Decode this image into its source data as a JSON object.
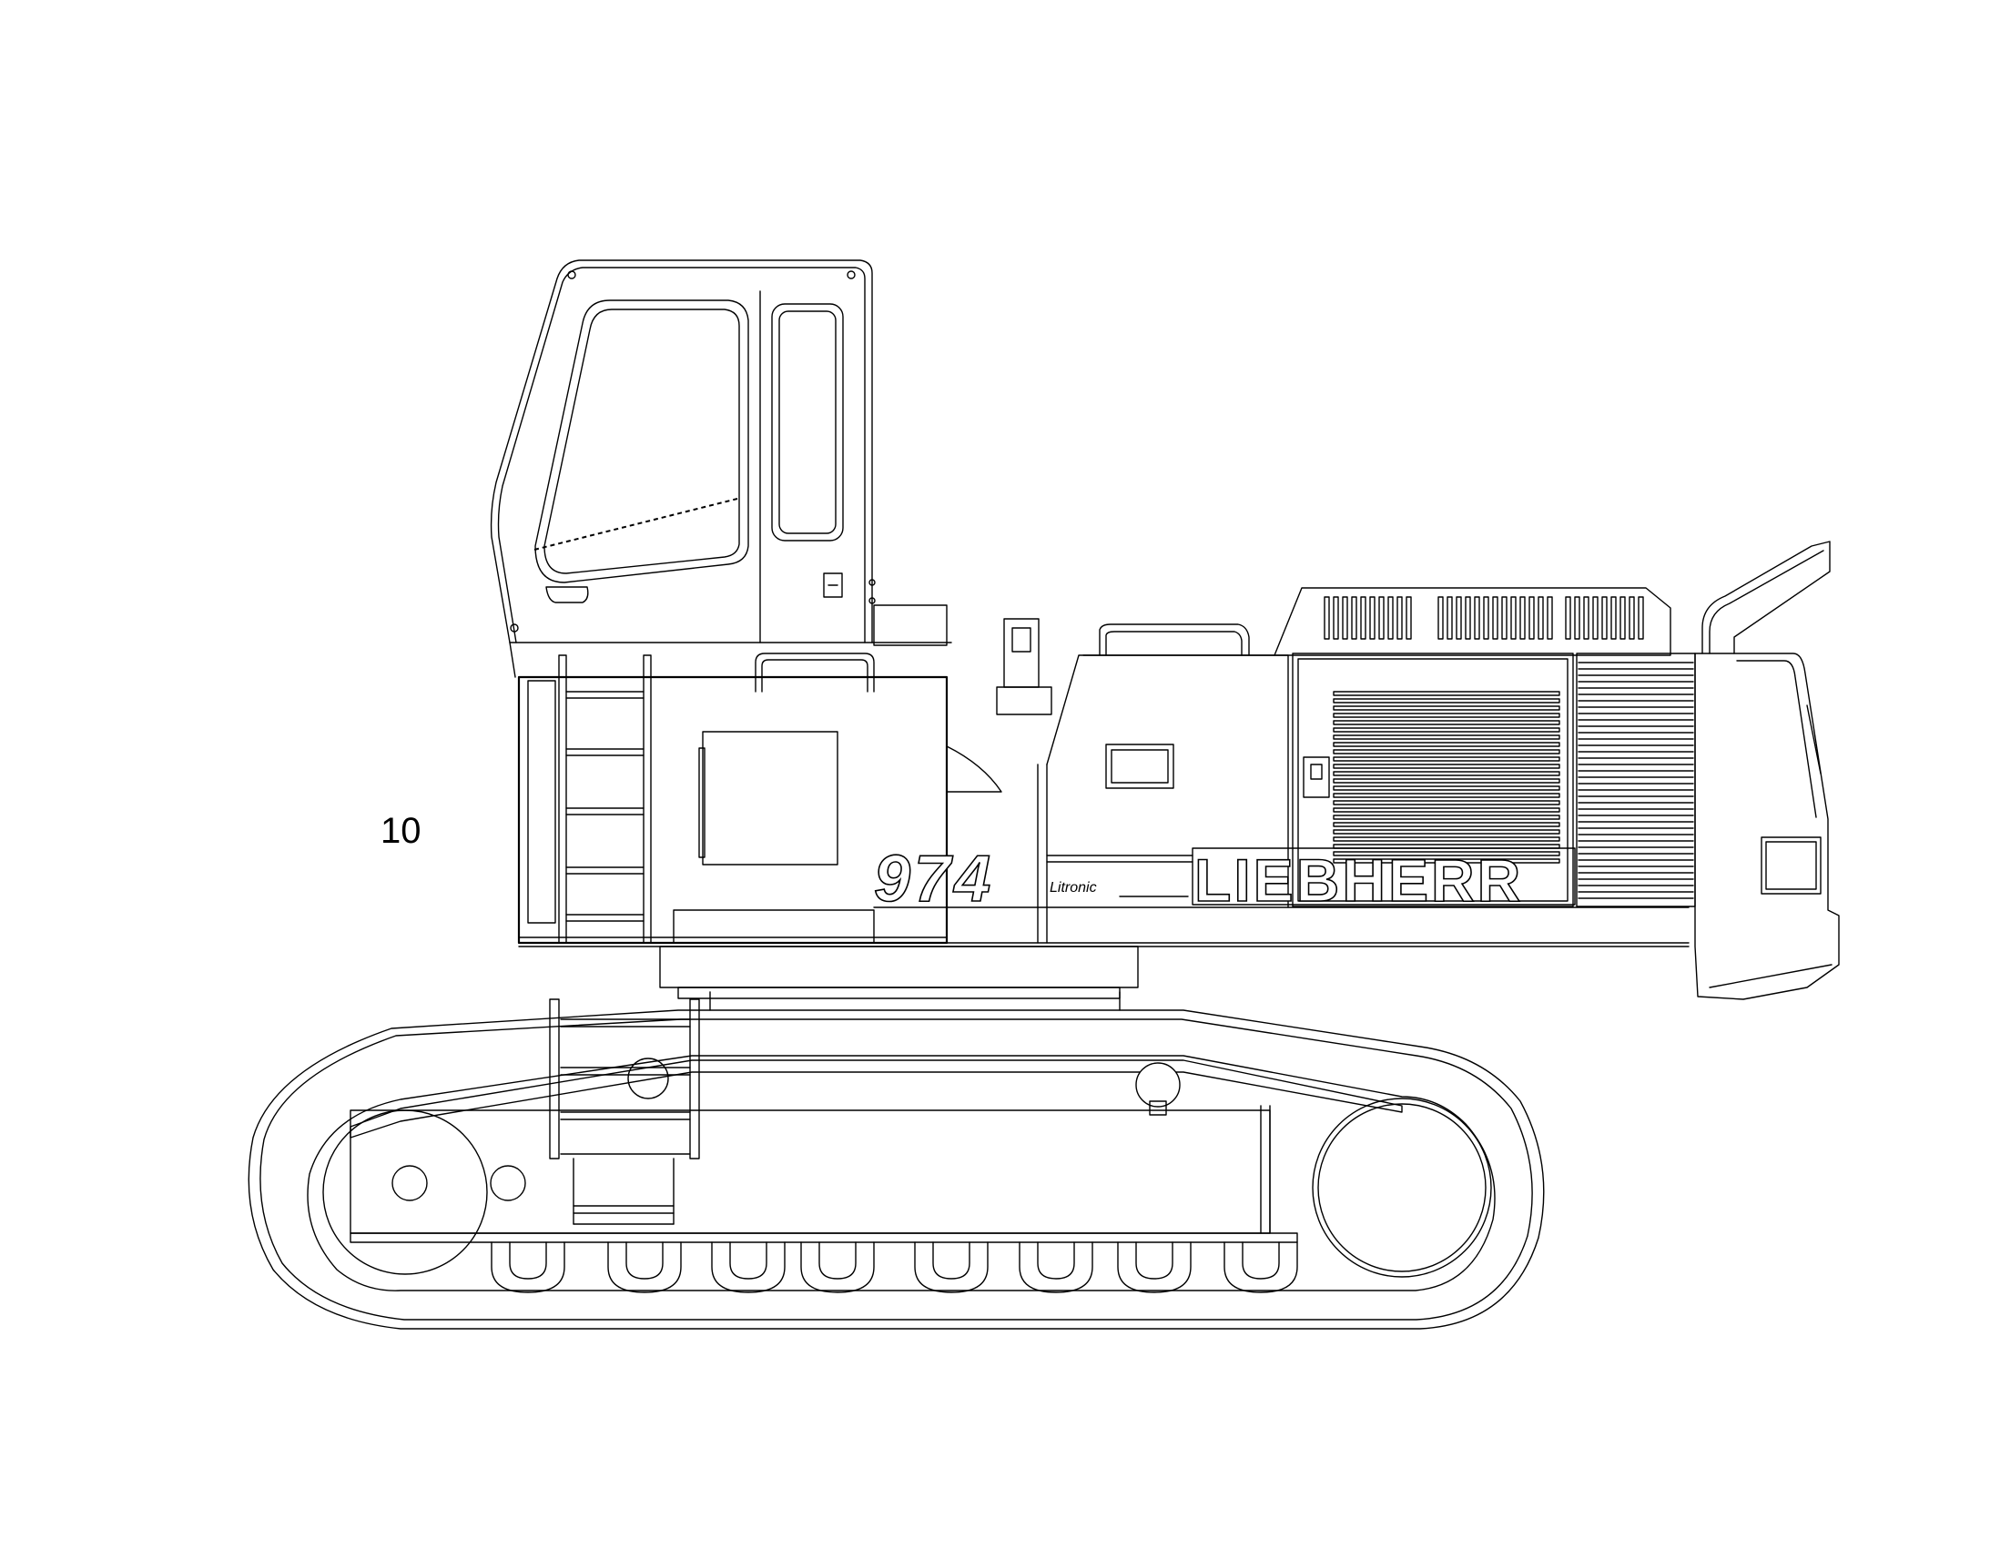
{
  "drawing": {
    "callout_number": "10",
    "model_number": "974",
    "model_subtitle": "Litronic",
    "brand_name": "LIEBHERR",
    "line_color": "#000000",
    "background_color": "#ffffff"
  }
}
